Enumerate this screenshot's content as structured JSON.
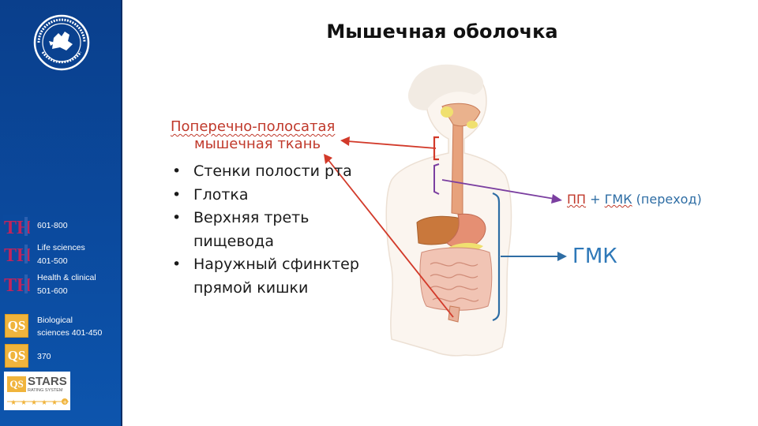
{
  "title": "Мышечная оболочка",
  "heading": {
    "line1": "Поперечно-полосатая",
    "line2": "мышечная ткань"
  },
  "bullets": [
    "Стенки полости рта",
    "Глотка",
    "Верхняя треть пищевода",
    "Наружный сфинктер прямой кишки"
  ],
  "transition_label": {
    "pp": "ПП",
    "plus": " + ",
    "gmk": "ГМК",
    "rest": " (переход)"
  },
  "smooth_label": "ГМК",
  "sidebar": {
    "rankings": [
      {
        "icon": "the-logo-icon",
        "line1": "601-800",
        "line2": ""
      },
      {
        "icon": "the-logo-icon",
        "line1": "Life sciences",
        "line2": "401-500"
      },
      {
        "icon": "the-logo-icon",
        "line1": "Health  &  clinical",
        "line2": "501-600"
      },
      {
        "icon": "qs-logo-icon",
        "line1": "Biological",
        "line2": "sciences    401-450"
      },
      {
        "icon": "qs-logo-icon",
        "line1": "370",
        "line2": ""
      }
    ],
    "qs_box_text": "QS",
    "stars_badge": {
      "brand": "QS",
      "title": "STARS",
      "subtitle": "RATING SYSTEM",
      "stars": 5
    }
  },
  "colors": {
    "sidebar_blue": "#0b4a9e",
    "red": "#c0392b",
    "blue": "#2e78b8",
    "purple": "#7b3fa0"
  }
}
